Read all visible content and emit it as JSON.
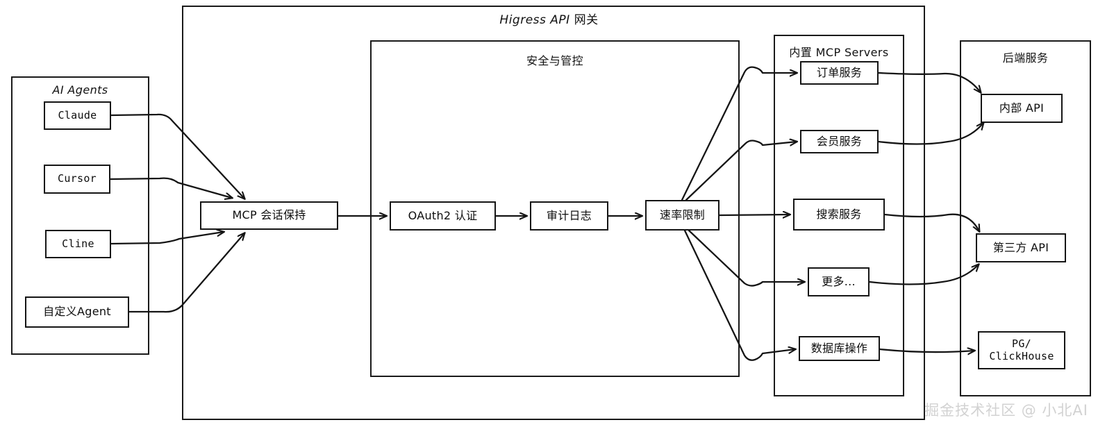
{
  "diagram": {
    "title_latin": "Higress API",
    "title_cjk": "网关",
    "watermark": "掘金技术社区 @ 小北AI"
  },
  "agents_panel": {
    "title": "AI Agents",
    "items": [
      {
        "label": "Claude"
      },
      {
        "label": "Cursor"
      },
      {
        "label": "Cline"
      },
      {
        "label": "自定义Agent"
      }
    ]
  },
  "gateway": {
    "session_node": "MCP 会话保持",
    "security_panel": {
      "title": "安全与管控",
      "steps": [
        {
          "label": "OAuth2 认证"
        },
        {
          "label": "审计日志"
        },
        {
          "label": "速率限制"
        }
      ]
    }
  },
  "mcp_panel": {
    "title": "内置 MCP Servers",
    "items": [
      {
        "label": "订单服务"
      },
      {
        "label": "会员服务"
      },
      {
        "label": "搜索服务"
      },
      {
        "label": "更多..."
      },
      {
        "label": "数据库操作"
      }
    ]
  },
  "backend_panel": {
    "title": "后端服务",
    "items": [
      {
        "label": "内部 API"
      },
      {
        "label": "第三方 API"
      },
      {
        "label_line1": "PG/",
        "label_line2": "ClickHouse"
      }
    ]
  },
  "colors": {
    "stroke": "#151515",
    "background": "#ffffff",
    "watermark": "#d2d2d2"
  }
}
